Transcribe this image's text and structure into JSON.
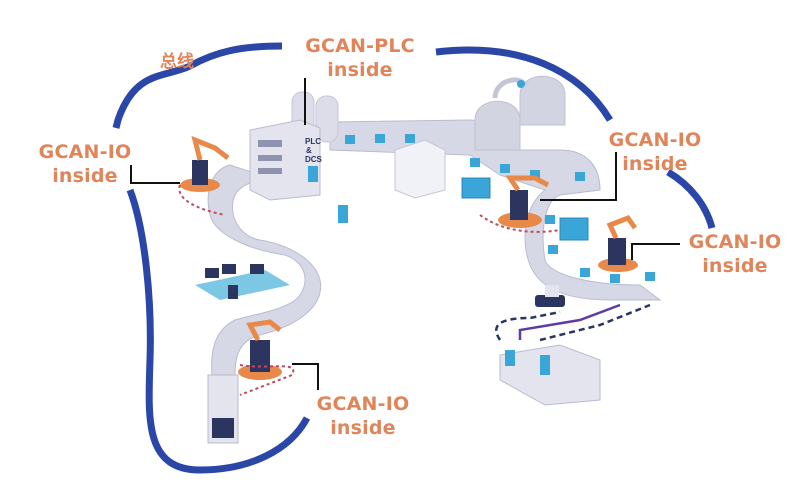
{
  "diagram": {
    "bus_label": "总线",
    "plc_label": {
      "line1": "GCAN-PLC",
      "line2": "inside"
    },
    "io_labels": [
      {
        "id": "left",
        "line1": "GCAN-IO",
        "line2": "inside"
      },
      {
        "id": "right-upper",
        "line1": "GCAN-IO",
        "line2": "inside"
      },
      {
        "id": "right-lower",
        "line1": "GCAN-IO",
        "line2": "inside"
      },
      {
        "id": "bottom",
        "line1": "GCAN-IO",
        "line2": "inside"
      }
    ],
    "cabinet_text": {
      "line1": "PLC",
      "line2": "&",
      "line3": "DCS"
    }
  },
  "colors": {
    "bus": "#2a47a8",
    "label": "#e0845a",
    "conveyor": "#cfd2e0",
    "robot": "#e8894a",
    "robot_base": "#2c3560",
    "box": "#3aa6d8",
    "leader": "#111111"
  }
}
